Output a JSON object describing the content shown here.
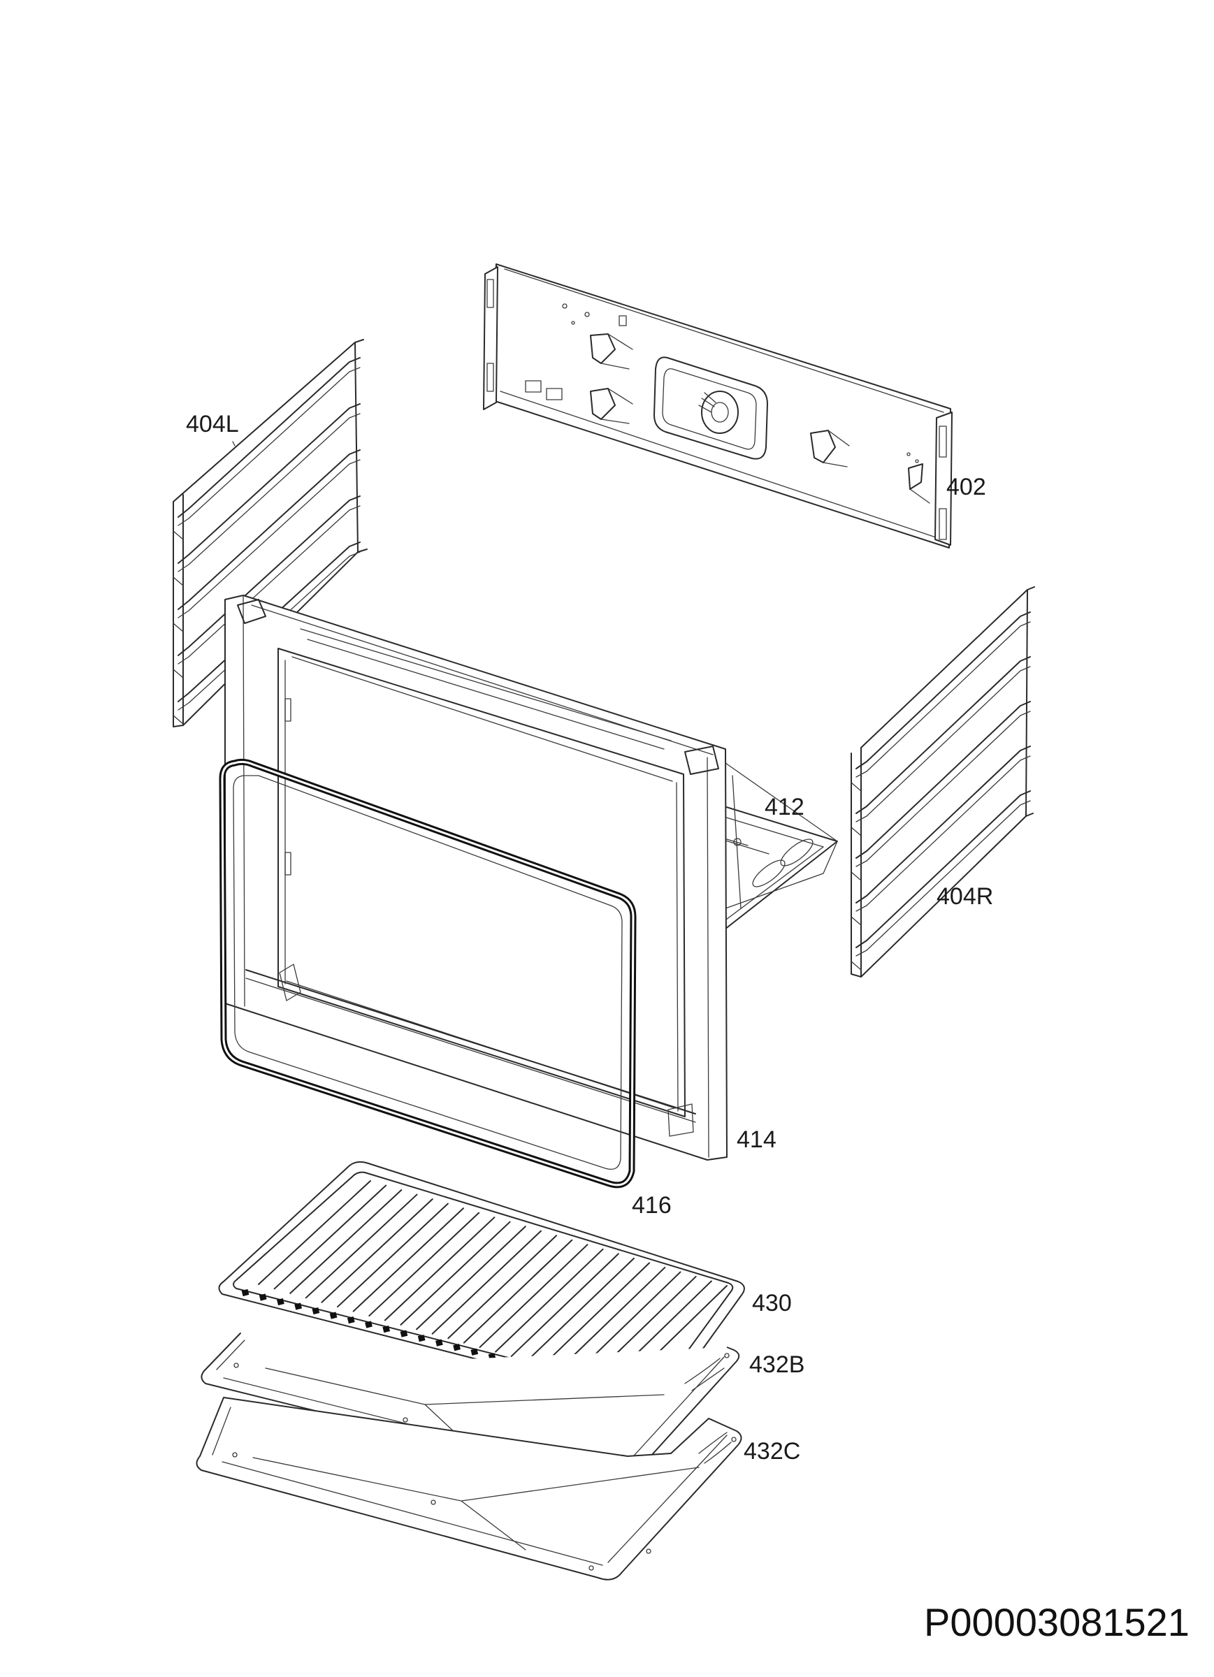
{
  "diagram": {
    "parts": [
      {
        "id": "back-panel",
        "label": "402"
      },
      {
        "id": "shelf-support-left",
        "label": "404L"
      },
      {
        "id": "shelf-support-right",
        "label": "404R"
      },
      {
        "id": "oven-cavity",
        "label": "412"
      },
      {
        "id": "front-frame",
        "label": "414"
      },
      {
        "id": "door-seal",
        "label": "416"
      },
      {
        "id": "wire-grid",
        "label": "430"
      },
      {
        "id": "baking-tray",
        "label": "432B"
      },
      {
        "id": "deep-pan",
        "label": "432C"
      }
    ],
    "drawing_id": "P00003081521"
  }
}
